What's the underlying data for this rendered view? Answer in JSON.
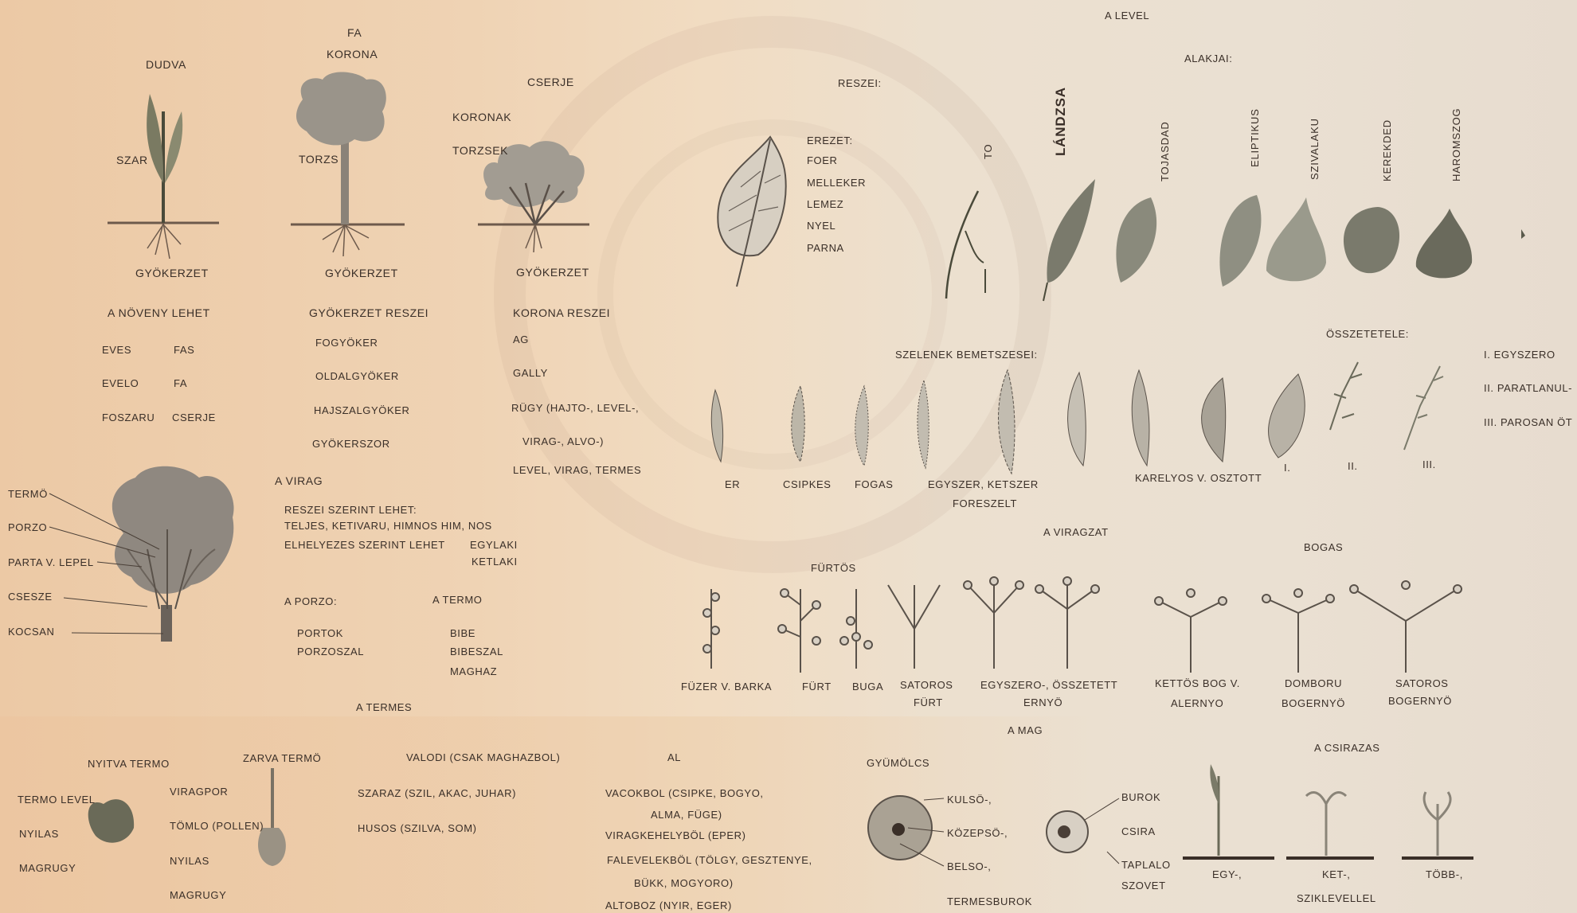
{
  "plant": {
    "dudva": "DUDVA",
    "fa1": "FA",
    "korona_top": "KORONA",
    "cserje": "CSERJE",
    "koronak": "KORONAK",
    "torzsek": "TORZSEK",
    "szar": "SZAR",
    "torzs": "TORZS",
    "gyokerzet1": "GYÖKERZET",
    "gyokerzet2": "GYÖKERZET",
    "gyokerzet3": "GYÖKERZET"
  },
  "lists": {
    "noveny_title": "A NÖVENY LEHET",
    "noveny": [
      [
        "EVES",
        "FAS"
      ],
      [
        "EVELO",
        "FA"
      ],
      [
        "FOSZARU",
        "CSERJE"
      ]
    ],
    "gyoker_title": "GYÖKERZET RESZEI",
    "gyoker": [
      "FOGYÖKER",
      "OLDALGYÖKER",
      "HAJSZALGYÖKER",
      "GYÖKERSZOR"
    ],
    "korona_title": "KORONA RESZEI",
    "korona": [
      "AG",
      "GALLY",
      "RÜGY (HAJTO-, LEVEL-,",
      "VIRAG-, ALVO-)",
      "LEVEL, VIRAG, TERMES"
    ]
  },
  "flower": {
    "labels": [
      "TERMÖ",
      "PORZO",
      "PARTA V. LEPEL",
      "CSESZE",
      "KOCSAN"
    ],
    "title": "A VIRAG",
    "reszei": "RESZEI SZERINT LEHET:",
    "line1": "TELJES, KETIVARU, HIMNOS HIM, NOS",
    "line2a": "ELHELYEZES SZERINT LEHET",
    "line2b": "EGYLAKI",
    "line3": "KETLAKI",
    "porzo_title": "A PORZO:",
    "porzo": [
      "PORTOK",
      "PORZOSZAL"
    ],
    "termo_title": "A TERMO",
    "termo": [
      "BIBE",
      "BIBESZAL",
      "MAGHAZ"
    ],
    "termes": "A TERMES"
  },
  "fruit": {
    "nyitva": "NYITVA TERMO",
    "zarva": "ZARVA TERMÖ",
    "left": [
      "TERMO LEVEL",
      "NYILAS",
      "MAGRUGY"
    ],
    "mid": [
      "VIRAGPOR",
      "TÖMLO (POLLEN)",
      "NYILAS",
      "MAGRUGY"
    ],
    "valodi": "VALODI (CSAK MAGHAZBOL)",
    "al": "AL",
    "valodi_items": [
      "SZARAZ (SZIL, AKAC, JUHAR)",
      "HUSOS (SZILVA, SOM)"
    ],
    "al_items": [
      "VACOKBOL (CSIPKE, BOGYO,",
      "ALMA, FÜGE)",
      "VIRAGKEHELYBÖL (EPER)",
      "FALEVELEKBÖL (TÖLGY, GESZTENYE,",
      "BÜKK, MOGYORO)",
      "ALTOBOZ (NYIR, EGER)"
    ]
  },
  "seed": {
    "gyumolcs": "GYÜMÖLCS",
    "magtitle": "A MAG",
    "parts": [
      "KULSÖ-,",
      "KÖZEPSÖ-,",
      "BELSO-,"
    ],
    "termesburok": "TERMESBUROK",
    "seedparts": [
      "BUROK",
      "CSIRA",
      "TAPLALO",
      "SZOVET"
    ]
  },
  "germ": {
    "title": "A CSIRAZAS",
    "egy": "EGY-,",
    "ket": "KET-,",
    "tobb": "TÖBB-,",
    "szik": "SZIKLEVELLEL"
  },
  "leaf": {
    "title": "A LEVEL",
    "reszei": "RESZEI:",
    "alakjai": "ALAKJAI:",
    "parts": [
      "EREZET:",
      "FOER",
      "MELLEKER",
      "LEMEZ",
      "NYEL",
      "PARNA"
    ],
    "shapes": [
      "TO",
      "LÁNDZSA",
      "TOJASDAD",
      "ELIPTIKUS",
      "SZIVALAKU",
      "KEREKDED",
      "HAROMSZOG"
    ],
    "szelenek": "SZELENEK BEMETSZESEI:",
    "edges": [
      "ER",
      "CSIPKES",
      "FOGAS",
      "EGYSZER, KETSZER",
      "FORESZELT",
      "KARELYOS V. OSZTOTT"
    ],
    "osszetetele": "ÖSSZETETELE:",
    "comp": [
      "I. EGYSZERO",
      "II. PARATLANUL-",
      "III. PAROSAN ÖT"
    ],
    "roman": [
      "I.",
      "II.",
      "III."
    ]
  },
  "infl": {
    "title": "A VIRAGZAT",
    "furtos": "FÜRTÖS",
    "bogas": "BOGAS",
    "items": [
      "FÜZER V. BARKA",
      "FÜRT",
      "BUGA",
      "SATOROS",
      "FÜRT",
      "EGYSZERO-, ÖSSZETETT",
      "ERNYÖ",
      "KETTÖS BOG V.",
      "ALERNYO",
      "DOMBORU",
      "BOGERNYÖ",
      "SATOROS",
      "BOGERNYÖ"
    ]
  }
}
